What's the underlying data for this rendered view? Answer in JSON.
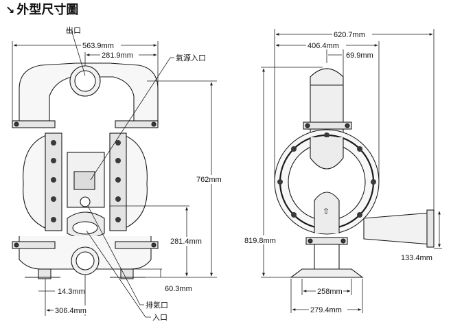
{
  "title": {
    "arrow": "↘",
    "text": "外型尺寸圖"
  },
  "front_view": {
    "dim_overall_width": "563.9mm",
    "dim_half_width": "281.9mm",
    "dim_height": "762mm",
    "dim_inlet_height": "281.4mm",
    "dim_foot_height": "60.3mm",
    "dim_foot_offset": "14.3mm",
    "dim_base_width": "306.4mm",
    "label_outlet": "出口",
    "label_air_inlet": "氣源入口",
    "label_exhaust": "排氣口",
    "label_inlet": "入口"
  },
  "side_view": {
    "dim_overall_depth": "620.7mm",
    "dim_body_depth": "406.4mm",
    "dim_outlet_offset": "69.9mm",
    "dim_total_height": "819.8mm",
    "dim_muffler_height": "133.4mm",
    "dim_inner_base": "258mm",
    "dim_outer_base": "279.4mm"
  },
  "colors": {
    "line": "#1a1a1a",
    "body_fill": "#f7f7f7",
    "shade": "#d8d8d8",
    "bolt": "#3a3a3a"
  }
}
